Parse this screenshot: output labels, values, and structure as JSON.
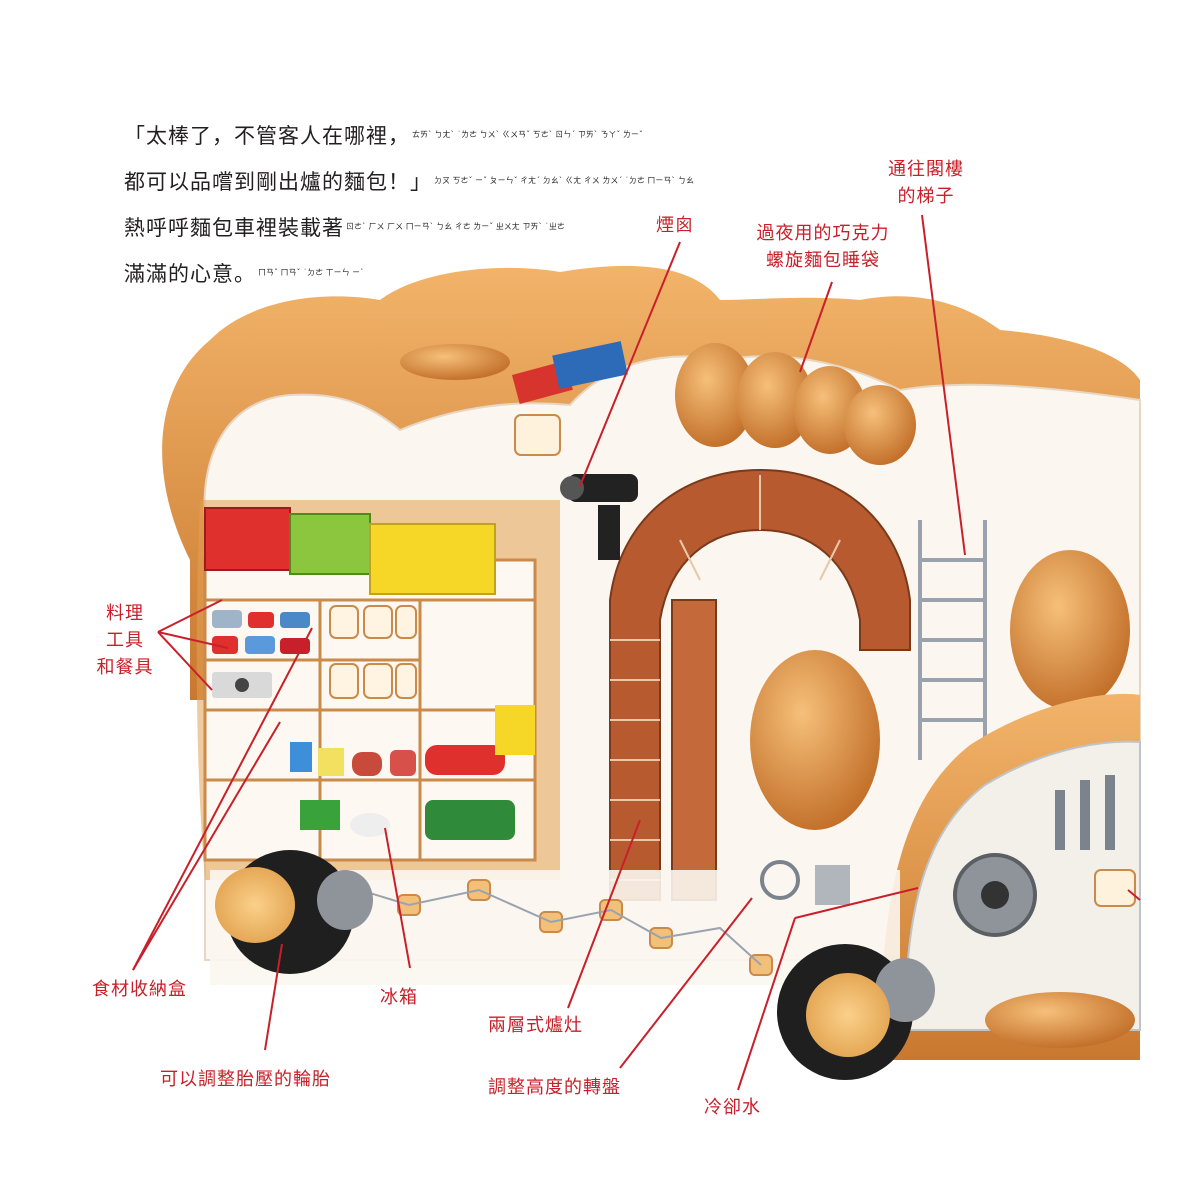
{
  "story": {
    "lines": [
      {
        "text": "「太棒了，不管客人在哪裡，",
        "zhuyin": "ㄊㄞˋ ㄅㄤˋ ˙ㄌㄜ ㄅㄨˋ ㄍㄨㄢˇ ㄎㄜˋ ㄖㄣˊ ㄗㄞˋ ㄋㄚˇ ㄌㄧˇ"
      },
      {
        "text": "都可以品嚐到剛出爐的麵包！」",
        "zhuyin": "ㄉㄡ ㄎㄜˇ ㄧˇ ㄆㄧㄣˇ ㄔㄤˊ ㄉㄠˋ ㄍㄤ ㄔㄨ ㄌㄨˊ ˙ㄉㄜ ㄇㄧㄢˋ ㄅㄠ"
      },
      {
        "text": "熱呼呼麵包車裡裝載著",
        "zhuyin": "ㄖㄜˋ ㄏㄨ ㄏㄨ ㄇㄧㄢˋ ㄅㄠ ㄔㄜ ㄌㄧˇ ㄓㄨㄤ ㄗㄞˋ ˙ㄓㄜ"
      },
      {
        "text": "滿滿的心意。",
        "zhuyin": "ㄇㄢˇ ㄇㄢˇ ˙ㄉㄜ ㄒㄧㄣ ㄧˋ"
      }
    ]
  },
  "labels": {
    "chimney": "煙囪",
    "sleeping_bag_line1": "過夜用的巧克力",
    "sleeping_bag_line2": "螺旋麵包睡袋",
    "ladder_line1": "通往閣樓",
    "ladder_line2": "的梯子",
    "tools_line1": "料理",
    "tools_line2": "工具",
    "tools_line3": "和餐具",
    "storage_box": "食材收納盒",
    "fridge": "冰箱",
    "oven": "兩層式爐灶",
    "tire": "可以調整胎壓的輪胎",
    "turntable": "調整高度的轉盤",
    "coolant": "冷卻水"
  },
  "colors": {
    "label": "#c8202a",
    "crust": "#d98a3a",
    "crust_dark": "#b86a25",
    "bread_body": "#fbf6ef",
    "brick": "#b85a30",
    "tire": "#1f1f1f"
  }
}
